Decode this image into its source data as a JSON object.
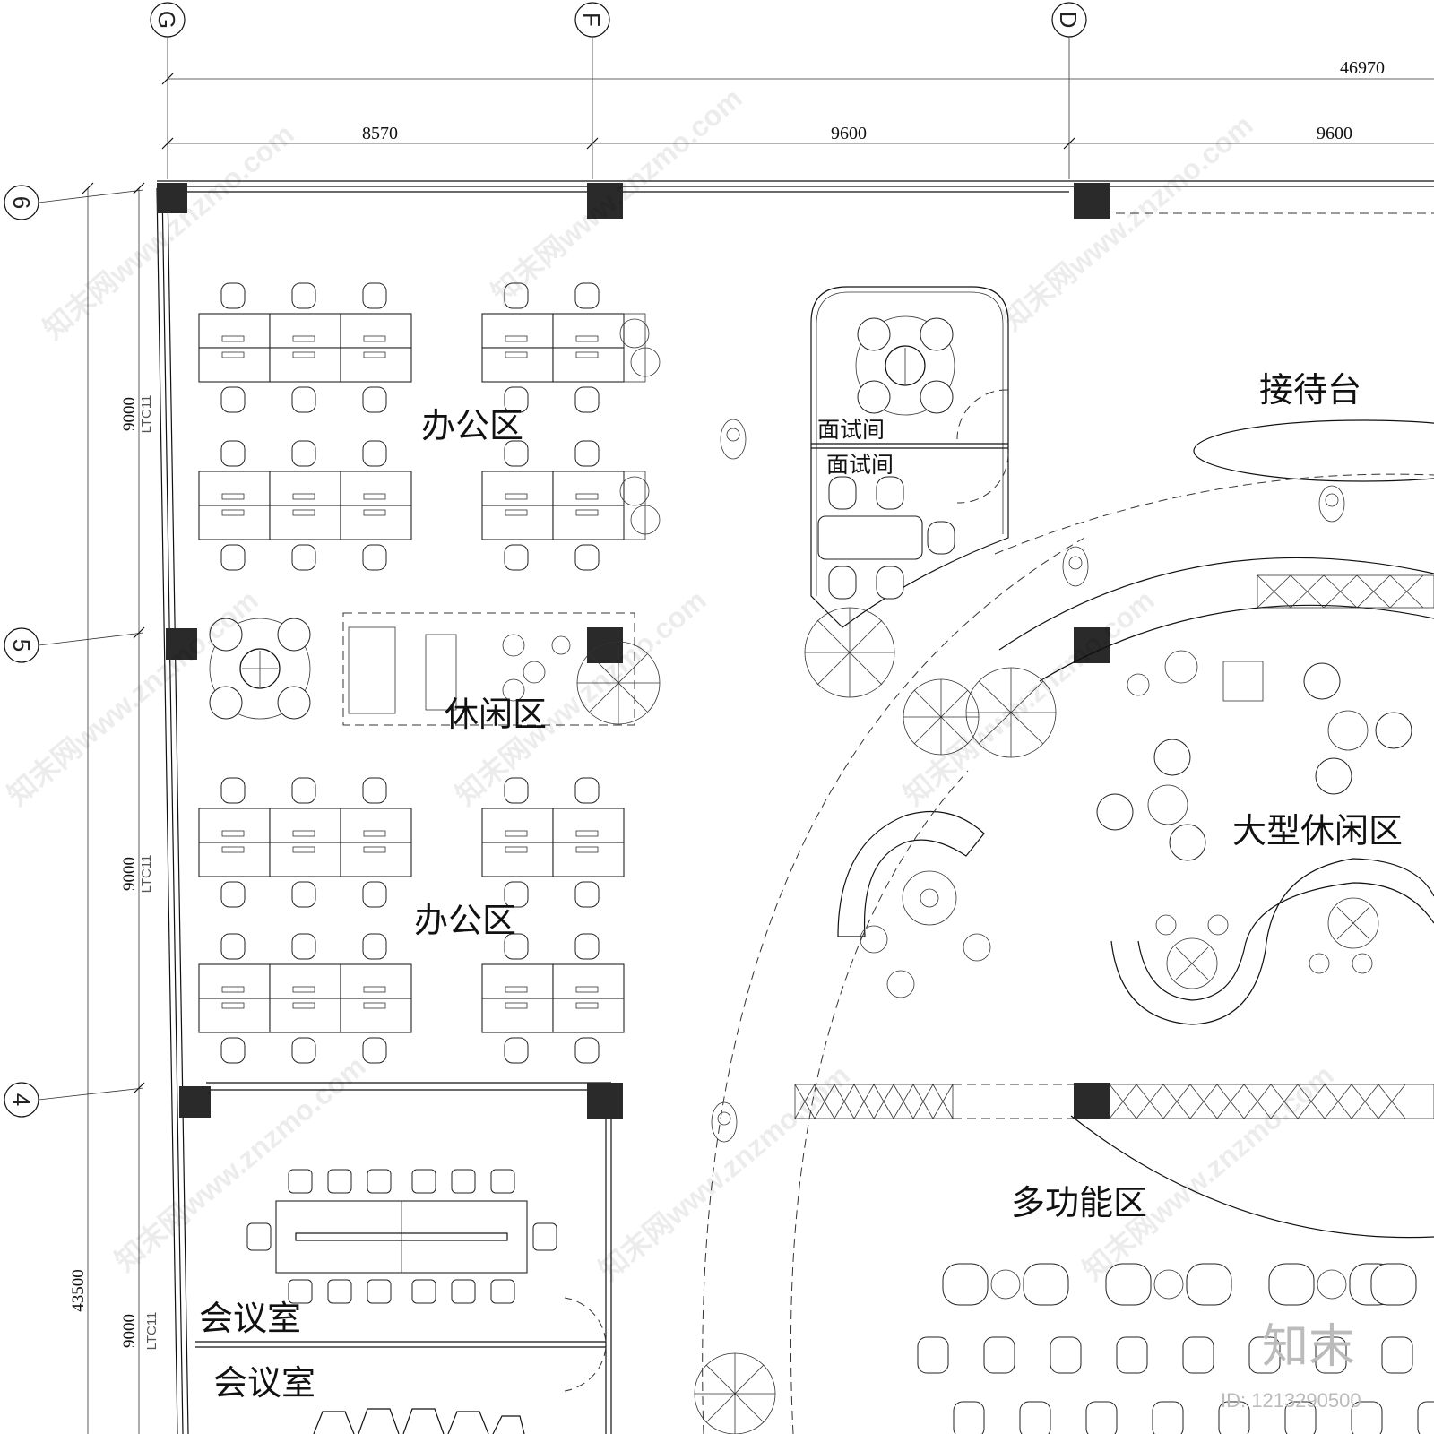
{
  "dimensions": {
    "total_width": "46970",
    "spans": [
      "8570",
      "9600",
      "9600"
    ],
    "rows": [
      "9000",
      "9000",
      "9000"
    ],
    "total_height": "43500",
    "ltc": [
      "LTC11",
      "LTC11",
      "LTC11"
    ]
  },
  "grid_axes": {
    "columns": [
      "G",
      "F",
      "D"
    ],
    "rows": [
      "6",
      "5",
      "4"
    ]
  },
  "rooms": {
    "office_1": "办公区",
    "office_2": "办公区",
    "lounge": "休闲区",
    "interview_1": "面试间",
    "interview_2": "面试间",
    "reception": "接待台",
    "large_lounge": "大型休闲区",
    "multi_function": "多功能区",
    "meeting_1": "会议室",
    "meeting_2": "会议室"
  },
  "watermark": {
    "site": "知末网www.znzmo.com",
    "logo": "知末",
    "id": "ID: 1213290500"
  }
}
